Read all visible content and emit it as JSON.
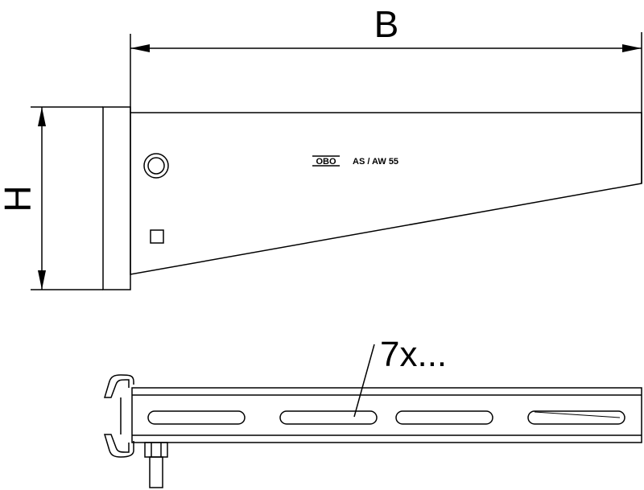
{
  "dimensions": {
    "width_label": "B",
    "height_label": "H"
  },
  "product": {
    "brand": "OBO",
    "model": "AS / AW 55"
  },
  "slots": {
    "count_label": "7x..."
  }
}
